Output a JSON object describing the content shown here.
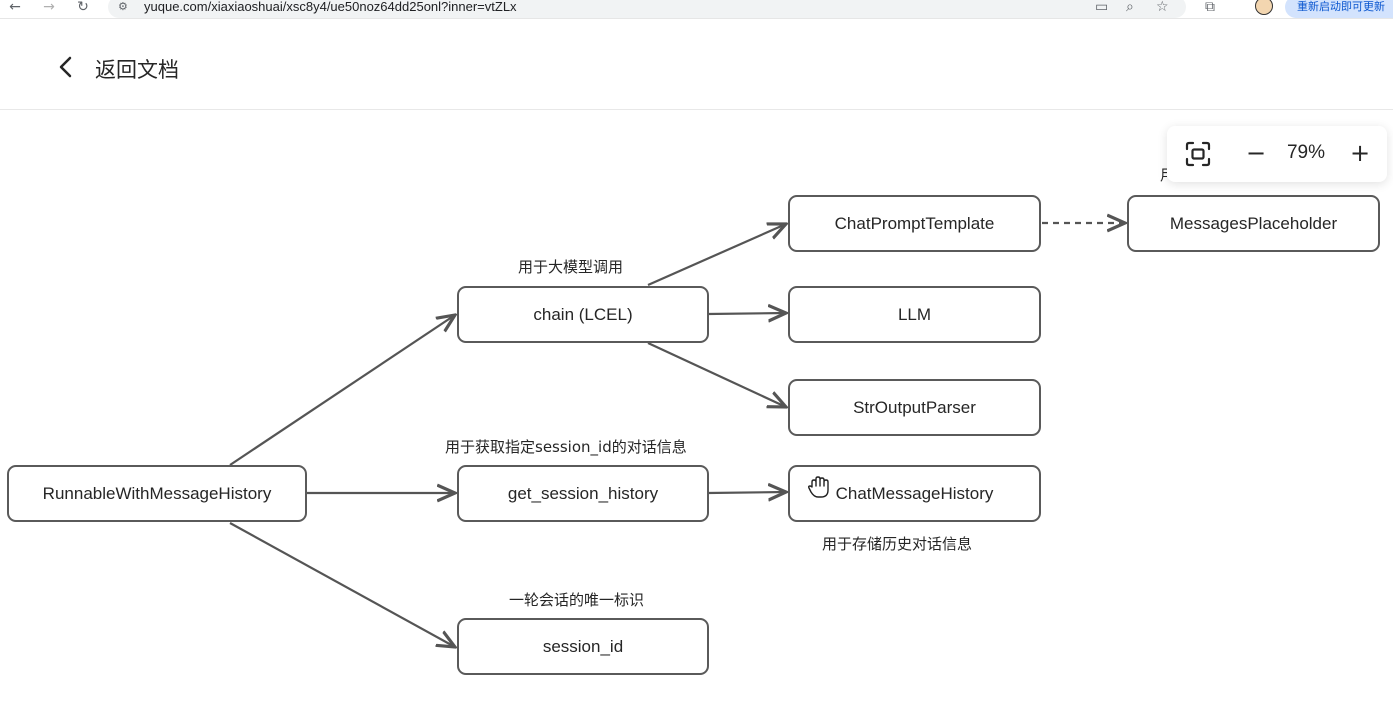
{
  "browser": {
    "url": "yuque.com/xiaxiaoshuai/xsc8y4/ue50noz64dd25onl?inner=vtZLx",
    "update_button": "重新启动即可更新",
    "back_icon": "arrow-left-icon",
    "forward_icon": "arrow-right-icon",
    "reload_icon": "reload-icon"
  },
  "header": {
    "back_label": "返回文档"
  },
  "zoom": {
    "value": "79%",
    "minus": "−",
    "plus": "+"
  },
  "diagram": {
    "nodes": {
      "runnable": "RunnableWithMessageHistory",
      "chain": "chain (LCEL)",
      "get_session": "get_session_history",
      "session_id": "session_id",
      "prompt": "ChatPromptTemplate",
      "llm": "LLM",
      "parser": "StrOutputParser",
      "history": "ChatMessageHistory",
      "placeholder": "MessagesPlaceholder"
    },
    "notes": {
      "chain": "用于大模型调用",
      "get_session": "用于获取指定session_id的对话信息",
      "history": "用于存储历史对话信息",
      "session_id": "一轮会话的唯一标识",
      "placeholder_partial": "用"
    },
    "edge_color": "#555555"
  }
}
